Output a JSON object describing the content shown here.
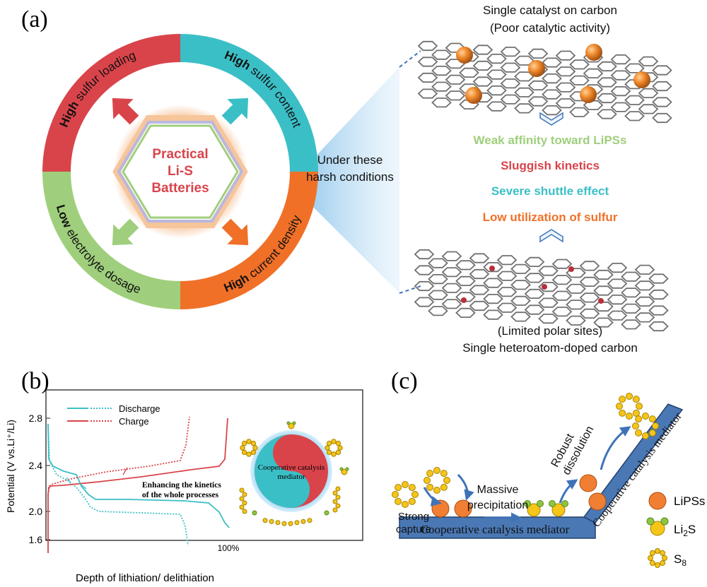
{
  "panel_a": {
    "label": "(a)",
    "center_text": [
      "Practical",
      "Li-S",
      "Batteries"
    ],
    "segments": [
      {
        "bold": "High",
        "rest": " sulfur loading",
        "color": "#d9444b"
      },
      {
        "bold": "High",
        "rest": " sulfur content",
        "color": "#3bbfc6"
      },
      {
        "bold": "High",
        "rest": " current density",
        "color": "#f07028"
      },
      {
        "bold": "Low",
        "rest": " electrolyte dosage",
        "color": "#9fcf7c"
      }
    ],
    "condition_text": [
      "Under these",
      "harsh conditions"
    ],
    "top_title": [
      "Single  catalyst on carbon",
      "(Poor catalytic activity)"
    ],
    "bottom_title": [
      "(Limited polar sites)",
      "Single heteroatom-doped carbon"
    ],
    "problems": [
      {
        "text": "Weak affinity toward LiPSs",
        "color": "#9fcf7c"
      },
      {
        "text": "Sluggish kinetics",
        "color": "#d9444b"
      },
      {
        "text": "Severe shuttle effect",
        "color": "#3bbfc6"
      },
      {
        "text": "Low utilization of sulfur",
        "color": "#f07028"
      }
    ]
  },
  "panel_b": {
    "label": "(b)",
    "ylabel": "Potential (V vs.Li⁺/Li)",
    "xlabel": "Depth of lithiation/ delithiation",
    "x_end_label": "100%",
    "yticks": [
      "1.6",
      "2.0",
      "2.4",
      "2.8"
    ],
    "legend": [
      {
        "label": "Discharge",
        "color": "#3bbfc6"
      },
      {
        "label": "Charge",
        "color": "#d9444b"
      }
    ],
    "annotation": [
      "Enhancing the kinetics",
      "of the whole processes"
    ],
    "mediator_label": [
      "Cooperative catalysis",
      "mediator"
    ]
  },
  "panel_c": {
    "label": "(c)",
    "strong_capture": [
      "Strong",
      "capture"
    ],
    "massive": [
      "Massive",
      "precipitation"
    ],
    "robust": [
      "Robust",
      "dissolution"
    ],
    "slab_label": "Cooperative catalysis mediator",
    "ramp_label": "Cooperative catalysis mediator",
    "legend": [
      {
        "label": "LiPSs"
      },
      {
        "label": "Li",
        "sub": "2",
        "tail": "S"
      },
      {
        "label": "S",
        "sub": "8"
      }
    ]
  }
}
